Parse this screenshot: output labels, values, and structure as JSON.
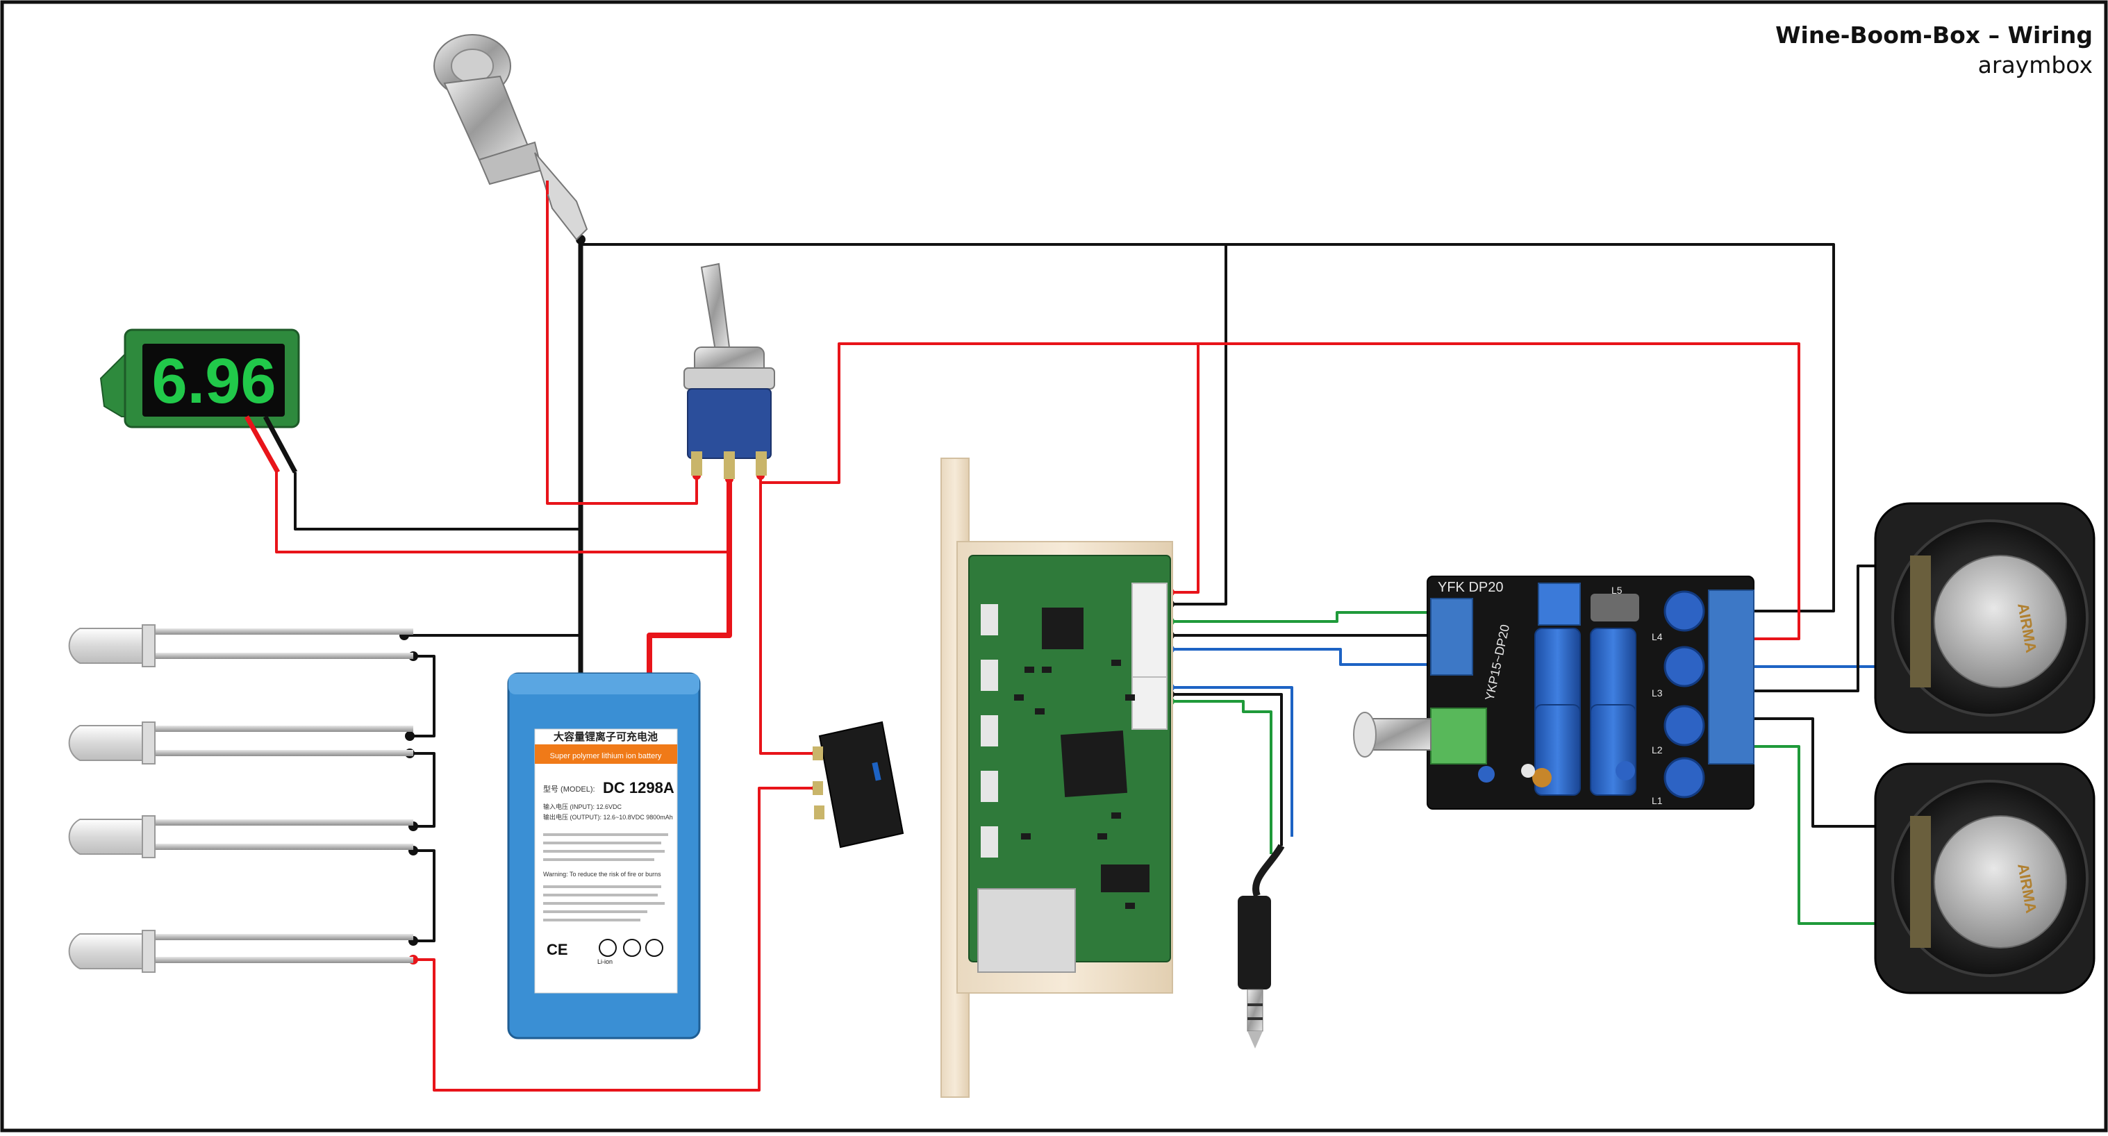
{
  "diagram": {
    "title": "Wine-Boom-Box – Wiring",
    "author": "araymbox"
  },
  "components": {
    "voltmeter": {
      "reading": "6.96",
      "color": "#21c94a"
    },
    "battery": {
      "top_label": "大容量锂离子可充电池",
      "sub_label": "Super polymer lithium ion battery",
      "model_prefix": "型号 (MODEL):",
      "model": "DC 1298A",
      "spec_lines": [
        "输入电压 (INPUT): 12.6VDC",
        "输出电压 (OUTPUT): 12.6~10.8VDC 9800mAh"
      ],
      "warning": "Warning: To reduce the risk of fire or burns",
      "cert_marks": [
        "CE",
        "Li-ion"
      ],
      "color": "#3a8fd4"
    },
    "amplifier": {
      "label_top": "YFK DP20",
      "label_side": "YKP15~DP20",
      "parts": [
        "L5",
        "L4",
        "L3",
        "L2",
        "L1"
      ]
    },
    "speaker_brand": "AIRMA"
  },
  "wire_colors": {
    "positive": "#e8141a",
    "negative": "#111111",
    "signal_left": "#1f9a3a",
    "signal_right": "#1d63c4"
  }
}
